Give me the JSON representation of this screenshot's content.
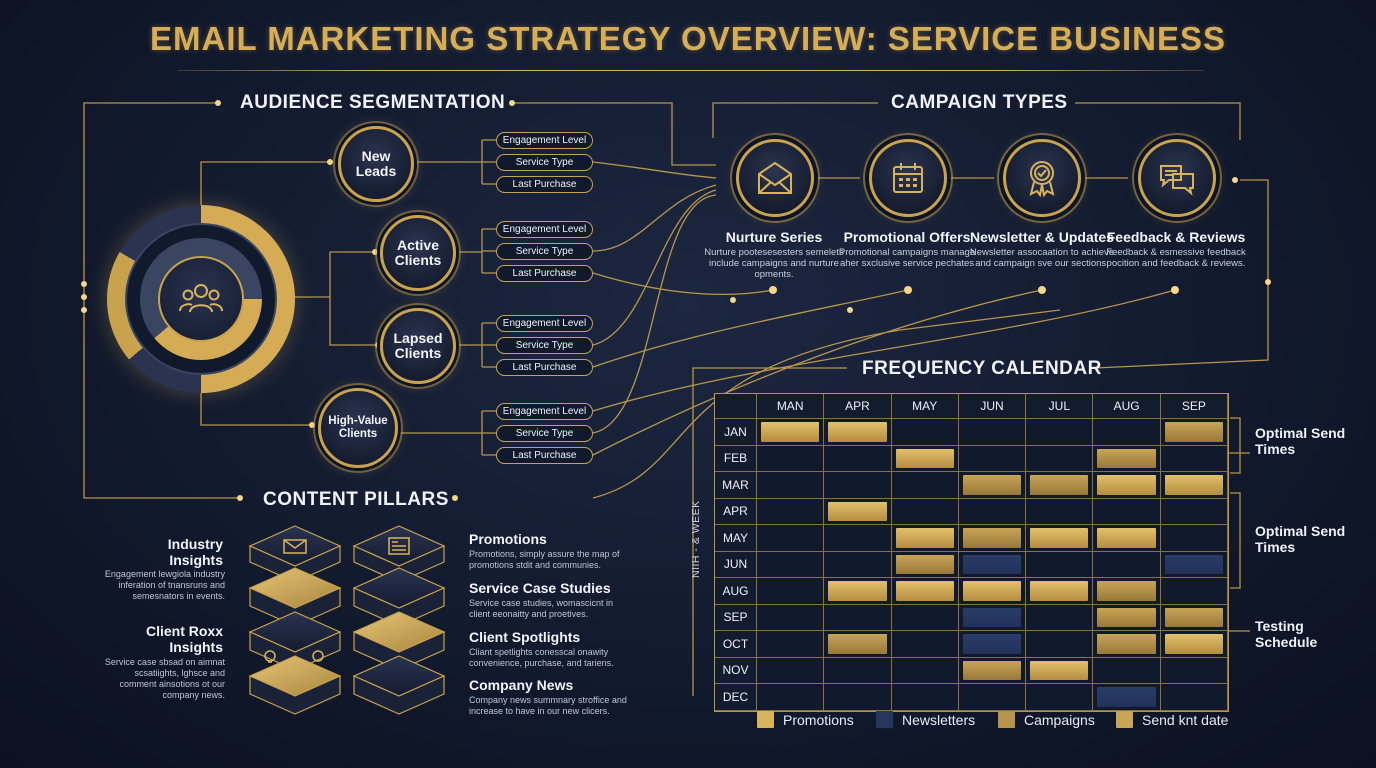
{
  "title": "EMAIL MARKETING STRATEGY OVERVIEW: SERVICE BUSINESS",
  "audience": {
    "title": "AUDIENCE SEGMENTATION",
    "segments": [
      {
        "label": "New Leads",
        "pills": [
          "Engagement Level",
          "Service Type",
          "Last Purchase"
        ]
      },
      {
        "label": "Active Clients",
        "pills": [
          "Engagement Level",
          "Service Type",
          "Last Purchase"
        ]
      },
      {
        "label": "Lapsed Clients",
        "pills": [
          "Engagement Level",
          "Service Type",
          "Last Purchase"
        ]
      },
      {
        "label": "High-Value Clients",
        "pills": [
          "Engagement Level",
          "Service Type",
          "Last Purchase"
        ]
      }
    ]
  },
  "campaigns": {
    "title": "CAMPAIGN TYPES",
    "items": [
      {
        "name": "Nurture Series",
        "icon": "envelope-icon",
        "desc": "Nurture pootesesesters semelets include campaigns and nurture opments."
      },
      {
        "name": "Promotional Offers",
        "icon": "calendar-icon",
        "desc": "Promotional campaigns manage aher sxclusive service pechates"
      },
      {
        "name": "Newsletter & Updates",
        "icon": "award-badge-icon",
        "desc": "Newsletter assocaation to achieve and campaign sve our sections."
      },
      {
        "name": "Feedback & Reviews",
        "icon": "chat-bubbles-icon",
        "desc": "Feedback & esmessive feedback pocition and feedback & reviews."
      }
    ]
  },
  "calendar": {
    "title": "FREQUENCY CALENDAR",
    "side_label": "NIIH - & WEEK",
    "columns": [
      "MAN",
      "APR",
      "MAY",
      "JUN",
      "JUL",
      "AUG",
      "SEP"
    ],
    "rows": [
      "JAN",
      "FEB",
      "MAR",
      "APR",
      "MAY",
      "JUN",
      "AUG",
      "SEP",
      "OCT",
      "NOV",
      "DEC"
    ],
    "cells": [
      [
        "promo",
        "promo",
        "",
        "",
        "",
        "",
        "camp"
      ],
      [
        "",
        "",
        "promo",
        "",
        "",
        "camp",
        ""
      ],
      [
        "",
        "",
        "",
        "camp",
        "camp",
        "promo",
        "promo"
      ],
      [
        "",
        "promo",
        "",
        "",
        "",
        "",
        ""
      ],
      [
        "",
        "",
        "promo",
        "camp",
        "promo",
        "promo",
        ""
      ],
      [
        "",
        "",
        "camp",
        "news",
        "",
        "",
        "news"
      ],
      [
        "",
        "promo",
        "promo",
        "promo",
        "promo",
        "camp",
        ""
      ],
      [
        "",
        "",
        "",
        "news",
        "",
        "camp",
        "camp"
      ],
      [
        "",
        "camp",
        "",
        "news",
        "",
        "camp",
        "promo"
      ],
      [
        "",
        "",
        "",
        "camp",
        "promo",
        "",
        ""
      ],
      [
        "",
        "",
        "",
        "",
        "",
        "news",
        ""
      ]
    ],
    "notes": [
      {
        "text": "Optimal Send Times"
      },
      {
        "text": "Optimal Send Times"
      },
      {
        "text": "Testing Schedule"
      }
    ],
    "legend": [
      {
        "label": "Promotions",
        "color": "#d9b25c"
      },
      {
        "label": "Newsletters",
        "color": "#26365f"
      },
      {
        "label": "Campaigns",
        "color": "#b8954a"
      },
      {
        "label": "Send knt date",
        "color": "#c9a556"
      }
    ]
  },
  "pillars": {
    "title": "CONTENT PILLARS",
    "left": [
      {
        "label": "Industry Insights",
        "desc": "Engagement lewgiola industry inferation of tnansruns and semesnators in events."
      },
      {
        "label": "Client Roxx Insights",
        "desc": "Service case sbsad on aimnat scsatiights, lghsce and comment ainsotions ot our company news."
      }
    ],
    "right": [
      {
        "label": "Promotions",
        "desc": "Promotions, simply assure the map of promotions stdit and communies."
      },
      {
        "label": "Service Case Studies",
        "desc": "Service case studies, womascicnt in client eeonaitty and proetives."
      },
      {
        "label": "Client Spotlights",
        "desc": "Cliant spetlights conesscal onawity convenience, purchase, and tariens."
      },
      {
        "label": "Company News",
        "desc": "Company news summnary stroffice and increase to have in our new clicers."
      }
    ]
  }
}
